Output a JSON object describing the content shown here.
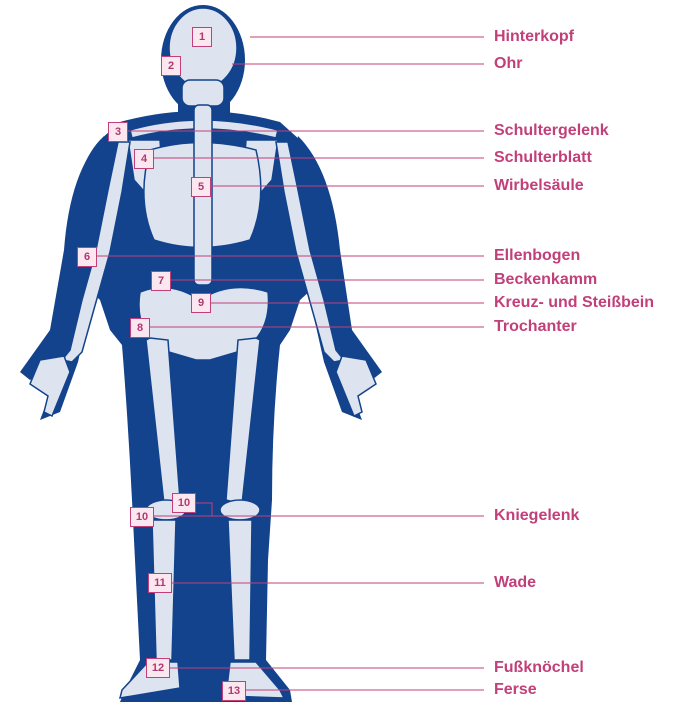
{
  "colors": {
    "body": "#12438c",
    "bone": "#dde3ef",
    "accent": "#c2407a",
    "badge_fill": "#fbe7ef"
  },
  "markers": [
    {
      "number": "1",
      "label": "Hinterkopf"
    },
    {
      "number": "2",
      "label": "Ohr"
    },
    {
      "number": "3",
      "label": "Schultergelenk"
    },
    {
      "number": "4",
      "label": "Schulterblatt"
    },
    {
      "number": "5",
      "label": "Wirbelsäule"
    },
    {
      "number": "6",
      "label": "Ellenbogen"
    },
    {
      "number": "7",
      "label": "Beckenkamm"
    },
    {
      "number": "9",
      "label": "Kreuz- und Steißbein"
    },
    {
      "number": "8",
      "label": "Trochanter"
    },
    {
      "number": "10",
      "label": "Kniegelenk"
    },
    {
      "number": "11",
      "label": "Wade"
    },
    {
      "number": "12",
      "label": "Fußknöchel"
    },
    {
      "number": "13",
      "label": "Ferse"
    }
  ]
}
